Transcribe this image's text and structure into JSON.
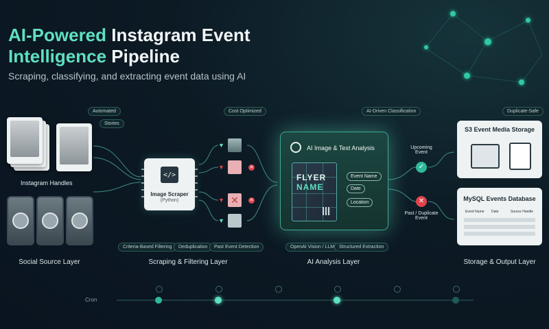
{
  "header": {
    "title_line1_highlight": "AI-Powered",
    "title_line1_rest": " Instagram Event",
    "title_line2_highlight": "Intelligence",
    "title_line2_rest": " Pipeline",
    "subtitle": "Scraping, classifying, and extracting event data using AI"
  },
  "pills": {
    "automated": "Automated",
    "stories": "Stories",
    "cost": "Cost Optimized",
    "ai_class": "AI-Driven Classification",
    "dup_safe": "Duplicate-Safe",
    "criteria": "Criteria-Based Filtering",
    "dedup": "Deduplication",
    "past": "Past Event Detection",
    "openai": "OpenAI Vision / LLM",
    "structured": "Structured Extraction"
  },
  "source": {
    "instagram_label": "Instagram Handles",
    "layer_label": "Social Source Layer"
  },
  "scraper": {
    "title": "Image Scraper",
    "subtitle": "(Python)",
    "code_glyph": "</>",
    "layer_label": "Scraping & Filtering Layer"
  },
  "ai": {
    "title": "AI Image & Text Analysis",
    "flyer_line1": "FLYER",
    "flyer_line2": "NAME",
    "tags": [
      "Event Name",
      "Date",
      "Location"
    ],
    "layer_label": "AI Analysis Layer"
  },
  "classification": {
    "upcoming": "Upcoming\nEvent",
    "past": "Past / Duplicate\nEvent"
  },
  "storage": {
    "s3_title": "S3 Event Media Storage",
    "db_title": "MySQL Events Database",
    "db_columns": [
      "Event Name",
      "Date",
      "Source Handle"
    ],
    "layer_label": "Storage & Output Layer"
  },
  "timeline": {
    "label": "Cron"
  },
  "colors": {
    "accent": "#5fe0c0",
    "success": "#2fb99a",
    "reject": "#e2434b"
  },
  "icons": {
    "filter": "funnel-icon",
    "reject": "x-icon",
    "accept": "check-icon",
    "openai": "openai-logo-icon",
    "clock": "clock-icon"
  }
}
